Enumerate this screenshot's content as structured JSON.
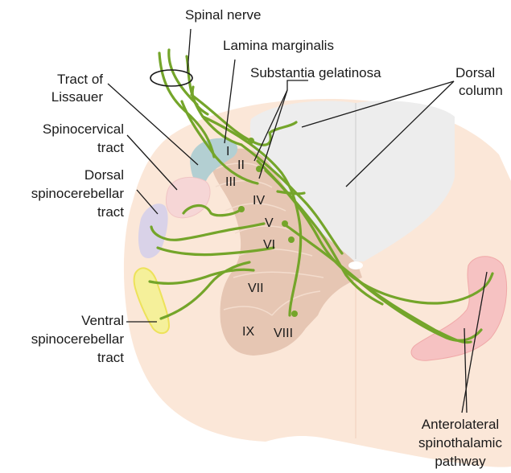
{
  "labels": {
    "spinal_nerve": "Spinal nerve",
    "lamina_marginalis": "Lamina marginalis",
    "substantia_gelatinosa": "Substantia gelatinosa",
    "tract_of_lissauer": [
      "Tract of",
      "Lissauer"
    ],
    "dorsal_column": [
      "Dorsal",
      "column"
    ],
    "spinocervical_tract": [
      "Spinocervical",
      "tract"
    ],
    "dorsal_spinocerebellar_tract": [
      "Dorsal",
      "spinocerebellar",
      "tract"
    ],
    "ventral_spinocerebellar_tract": [
      "Ventral",
      "spinocerebellar",
      "tract"
    ],
    "anterolateral_spinothalamic_pathway": [
      "Anterolateral",
      "spinothalamic",
      "pathway"
    ]
  },
  "laminae": [
    "I",
    "II",
    "III",
    "IV",
    "V",
    "VI",
    "VII",
    "VIII",
    "IX"
  ],
  "colors": {
    "white_matter": "#fbe7d8",
    "grey_matter": "#e6c6b3",
    "dorsal_column": "#ededed",
    "lissauer": "#b3cfd2",
    "spinocervical": "#f6d6d6",
    "dorsal_spinocerebellar": "#d9d2e8",
    "ventral_spinocerebellar": "#f5f09a",
    "spinothalamic": "#f6c2c2",
    "fibers": "#74a52a"
  }
}
